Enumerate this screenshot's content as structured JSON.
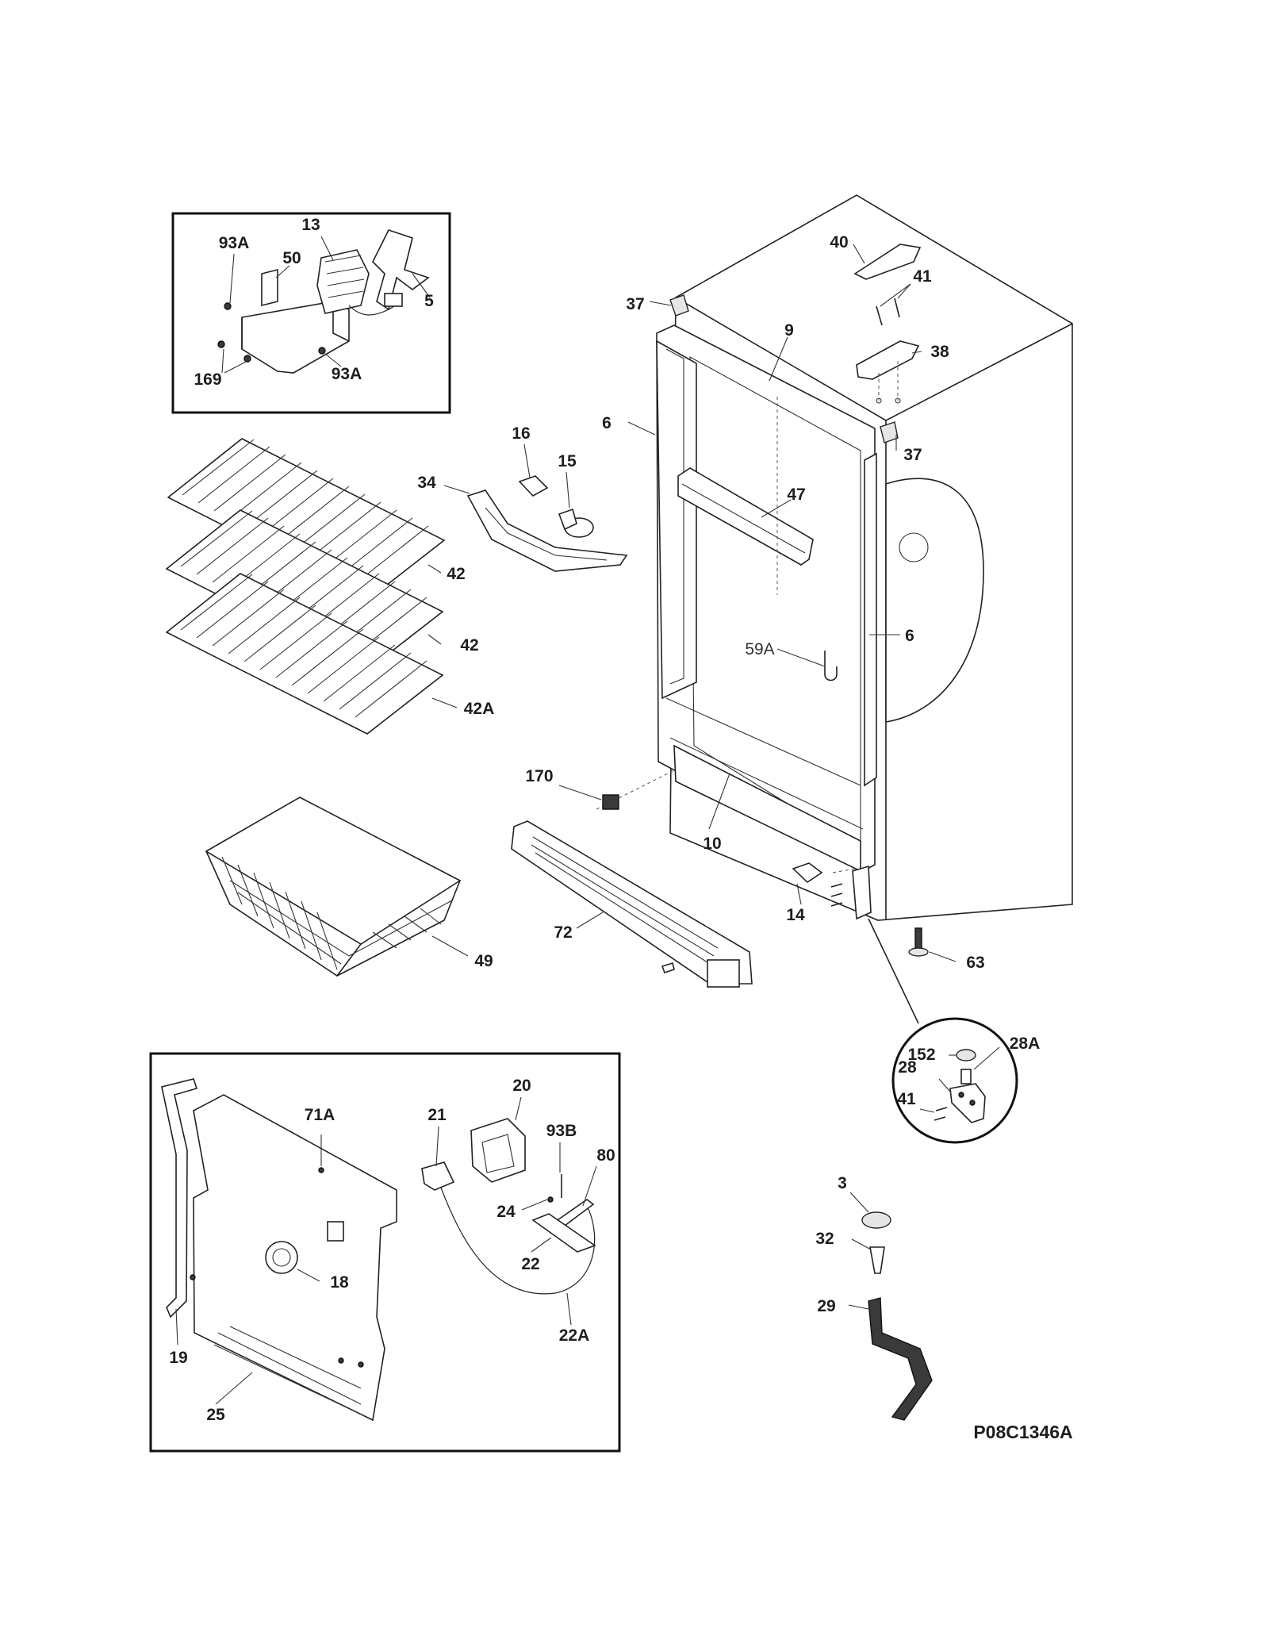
{
  "diagram": {
    "code": "P08C1346A",
    "labels": {
      "l13": "13",
      "l50": "50",
      "l93a_top": "93A",
      "l5": "5",
      "l169": "169",
      "l93a_bot": "93A",
      "l37_top": "37",
      "l40": "40",
      "l41_top": "41",
      "l9": "9",
      "l38": "38",
      "l6_left": "6",
      "l37_right": "37",
      "l16": "16",
      "l15": "15",
      "l34": "34",
      "l47": "47",
      "l42_a": "42",
      "l42_b": "42",
      "l42a": "42A",
      "l59a": "59A",
      "l6_right": "6",
      "l170": "170",
      "l10": "10",
      "l14": "14",
      "l72": "72",
      "l49": "49",
      "l63": "63",
      "l152": "152",
      "l28a": "28A",
      "l28": "28",
      "l41_det": "41",
      "l71a": "71A",
      "l21": "21",
      "l20": "20",
      "l93b": "93B",
      "l80": "80",
      "l24": "24",
      "l22": "22",
      "l22a": "22A",
      "l18": "18",
      "l19": "19",
      "l25": "25",
      "l3": "3",
      "l32": "32",
      "l29": "29"
    }
  }
}
